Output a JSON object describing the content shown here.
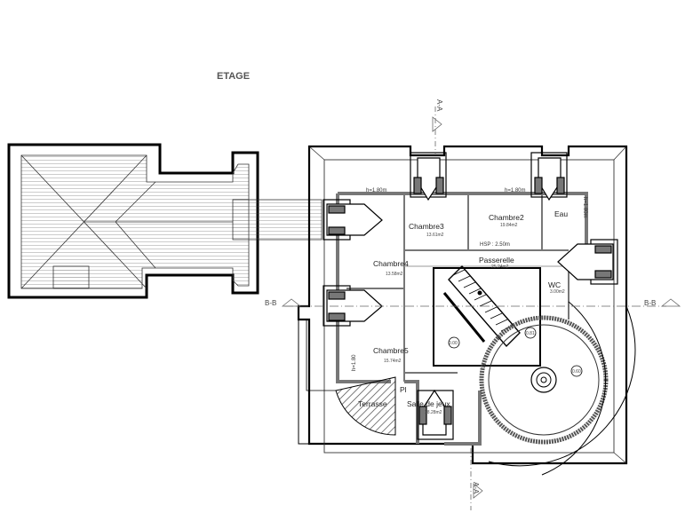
{
  "title": "ETAGE",
  "rooms": {
    "chambre3": {
      "name": "Chambre3",
      "area": "13.61m2"
    },
    "chambre2": {
      "name": "Chambre2",
      "area": "19.84m2"
    },
    "eau": {
      "name": "Eau"
    },
    "chambre4": {
      "name": "Chambre4",
      "area": "13.58m2"
    },
    "passerelle": {
      "name": "Passerelle",
      "area": "25.24m2"
    },
    "wc": {
      "name": "WC",
      "area": "3.00m2"
    },
    "chambre5": {
      "name": "Chambre5",
      "area": "15.74m2"
    },
    "salle_jeux": {
      "name": "Salle de jeux",
      "area": "18.28m2"
    },
    "pl": {
      "name": "Pl"
    },
    "terrasse": {
      "name": "Terrasse"
    }
  },
  "dimensions": {
    "h1": "h=1.80m",
    "h2": "h=1.80m",
    "h3": "h=1.80m",
    "h4": "h=1.80",
    "hsp": "HSP : 2.50m"
  },
  "sections": {
    "aa_top": "A-A",
    "aa_bottom": "A-A",
    "bb_left": "B-B",
    "bb_right": "B-B"
  },
  "marks": {
    "m1": "0.00",
    "m2": "0.81",
    "m3": "0.60"
  }
}
